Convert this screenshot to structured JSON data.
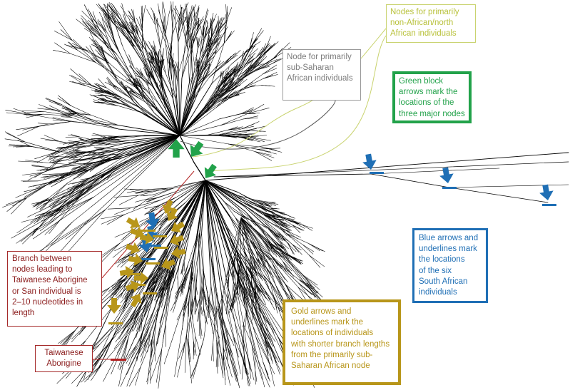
{
  "callouts": {
    "non_african": {
      "lines": [
        "Nodes for primarily",
        "non-African/north",
        "African individuals"
      ],
      "color": "#b9c23c"
    },
    "sub_saharan": {
      "lines": [
        "Node for primarily",
        "sub-Saharan",
        "African individuals"
      ],
      "color": "#7c7c7c"
    },
    "green_arrows": {
      "lines": [
        "Green block",
        "arrows mark the",
        "locations of the",
        "three major nodes"
      ],
      "color": "#22a24a"
    },
    "blue_arrows": {
      "lines": [
        "Blue arrows and",
        "underlines mark",
        "the locations",
        "of the six",
        "South African",
        "individuals"
      ],
      "color": "#1f6fb5"
    },
    "gold_arrows": {
      "lines": [
        "Gold arrows and",
        "underlines mark the",
        "locations of individuals",
        "with shorter branch lengths",
        "from the primarily sub-",
        "Saharan African node"
      ],
      "color": "#b8961a"
    },
    "branch": {
      "lines": [
        "Branch between",
        "nodes leading to",
        "Taiwanese Aborigine",
        "or San individual is",
        "2–10 nucleotides in",
        "length"
      ],
      "color": "#8b1c1c"
    },
    "taiwanese": {
      "lines": [
        "Taiwanese",
        "Aborigine"
      ],
      "color": "#8b1c1c"
    }
  },
  "colors": {
    "tree": "#000000",
    "green": "#22a24a",
    "blue": "#1f6fb5",
    "gold": "#b8961a",
    "red": "#b22222",
    "olive": "#c9d36f",
    "gray": "#555555"
  },
  "icons": {
    "green_arrow": "green-block-arrow-icon",
    "blue_arrow": "blue-arrow-icon",
    "gold_arrow": "gold-arrow-icon"
  }
}
